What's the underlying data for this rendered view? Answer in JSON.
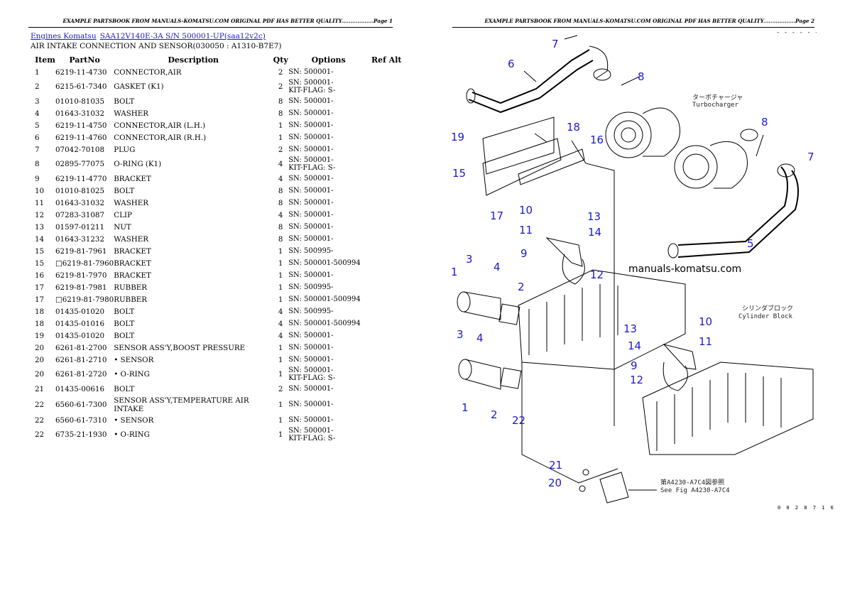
{
  "header": {
    "page1_text": "EXAMPLE PARTSBOOK FROM MANUALS-KOMATSU.COM ORIGINAL PDF HAS BETTER QUALITY..................Page 1",
    "page2_text": "EXAMPLE PARTSBOOK FROM MANUALS-KOMATSU.COM ORIGINAL PDF HAS BETTER QUALITY..................Page 2"
  },
  "breadcrumb": {
    "link1": "Engines Komatsu",
    "link2": "SAA12V140E-3A S/N 500001-UP(saa12v2c)"
  },
  "subtitle": "AIR INTAKE CONNECTION AND SENSOR(030050 : A1310-B7E7)",
  "table": {
    "headers": {
      "item": "Item",
      "partno": "PartNo",
      "description": "Description",
      "qty": "Qty",
      "options": "Options",
      "refalt": "Ref Alt"
    },
    "rows": [
      {
        "item": "1",
        "partno": "6219-11-4730",
        "desc": "CONNECTOR,AIR",
        "qty": "2",
        "opt1": "SN: 500001-",
        "opt2": ""
      },
      {
        "item": "2",
        "partno": "6215-61-7340",
        "desc": "GASKET (K1)",
        "qty": "2",
        "opt1": "SN: 500001-",
        "opt2": "KIT-FLAG: S-"
      },
      {
        "item": "3",
        "partno": "01010-81035",
        "desc": "BOLT",
        "qty": "8",
        "opt1": "SN: 500001-",
        "opt2": ""
      },
      {
        "item": "4",
        "partno": "01643-31032",
        "desc": "WASHER",
        "qty": "8",
        "opt1": "SN: 500001-",
        "opt2": ""
      },
      {
        "item": "5",
        "partno": "6219-11-4750",
        "desc": "CONNECTOR,AIR (L.H.)",
        "qty": "1",
        "opt1": "SN: 500001-",
        "opt2": ""
      },
      {
        "item": "6",
        "partno": "6219-11-4760",
        "desc": "CONNECTOR,AIR (R.H.)",
        "qty": "1",
        "opt1": "SN: 500001-",
        "opt2": ""
      },
      {
        "item": "7",
        "partno": "07042-70108",
        "desc": "PLUG",
        "qty": "2",
        "opt1": "SN: 500001-",
        "opt2": ""
      },
      {
        "item": "8",
        "partno": "02895-77075",
        "desc": "O-RING (K1)",
        "qty": "4",
        "opt1": "SN: 500001-",
        "opt2": "KIT-FLAG: S-"
      },
      {
        "item": "9",
        "partno": "6219-11-4770",
        "desc": "BRACKET",
        "qty": "4",
        "opt1": "SN: 500001-",
        "opt2": ""
      },
      {
        "item": "10",
        "partno": "01010-81025",
        "desc": "BOLT",
        "qty": "8",
        "opt1": "SN: 500001-",
        "opt2": ""
      },
      {
        "item": "11",
        "partno": "01643-31032",
        "desc": "WASHER",
        "qty": "8",
        "opt1": "SN: 500001-",
        "opt2": ""
      },
      {
        "item": "12",
        "partno": "07283-31087",
        "desc": "CLIP",
        "qty": "4",
        "opt1": "SN: 500001-",
        "opt2": ""
      },
      {
        "item": "13",
        "partno": "01597-01211",
        "desc": "NUT",
        "qty": "8",
        "opt1": "SN: 500001-",
        "opt2": ""
      },
      {
        "item": "14",
        "partno": "01643-31232",
        "desc": "WASHER",
        "qty": "8",
        "opt1": "SN: 500001-",
        "opt2": ""
      },
      {
        "item": "15",
        "partno": "6219-81-7961",
        "desc": "BRACKET",
        "qty": "1",
        "opt1": "SN: 500995-",
        "opt2": ""
      },
      {
        "item": "15",
        "partno": "□6219-81-7960",
        "desc": "BRACKET",
        "qty": "1",
        "opt1": "SN: 500001-500994",
        "opt2": ""
      },
      {
        "item": "16",
        "partno": "6219-81-7970",
        "desc": "BRACKET",
        "qty": "1",
        "opt1": "SN: 500001-",
        "opt2": ""
      },
      {
        "item": "17",
        "partno": "6219-81-7981",
        "desc": "RUBBER",
        "qty": "1",
        "opt1": "SN: 500995-",
        "opt2": ""
      },
      {
        "item": "17",
        "partno": "□6219-81-7980",
        "desc": "RUBBER",
        "qty": "1",
        "opt1": "SN: 500001-500994",
        "opt2": ""
      },
      {
        "item": "18",
        "partno": "01435-01020",
        "desc": "BOLT",
        "qty": "4",
        "opt1": "SN: 500995-",
        "opt2": ""
      },
      {
        "item": "18",
        "partno": "01435-01016",
        "desc": "BOLT",
        "qty": "4",
        "opt1": "SN: 500001-500994",
        "opt2": ""
      },
      {
        "item": "19",
        "partno": "01435-01020",
        "desc": "BOLT",
        "qty": "4",
        "opt1": "SN: 500001-",
        "opt2": ""
      },
      {
        "item": "20",
        "partno": "6261-81-2700",
        "desc": "SENSOR ASS'Y,BOOST PRESSURE",
        "qty": "1",
        "opt1": "SN: 500001-",
        "opt2": ""
      },
      {
        "item": "20",
        "partno": "6261-81-2710",
        "desc": "• SENSOR",
        "qty": "1",
        "opt1": "SN: 500001-",
        "opt2": ""
      },
      {
        "item": "20",
        "partno": "6261-81-2720",
        "desc": "• O-RING",
        "qty": "1",
        "opt1": "SN: 500001-",
        "opt2": "KIT-FLAG: S-"
      },
      {
        "item": "21",
        "partno": "01435-00616",
        "desc": "BOLT",
        "qty": "2",
        "opt1": "SN: 500001-",
        "opt2": ""
      },
      {
        "item": "22",
        "partno": "6560-61-7300",
        "desc": "SENSOR ASS'Y,TEMPERATURE AIR INTAKE",
        "qty": "1",
        "opt1": "SN: 500001-",
        "opt2": ""
      },
      {
        "item": "22",
        "partno": "6560-61-7310",
        "desc": "• SENSOR",
        "qty": "1",
        "opt1": "SN: 500001-",
        "opt2": ""
      },
      {
        "item": "22",
        "partno": "6735-21-1930",
        "desc": "• O-RING",
        "qty": "1",
        "opt1": "SN: 500001-",
        "opt2": "KIT-FLAG: S-"
      }
    ]
  },
  "drawing": {
    "callouts": [
      "7",
      "6",
      "8",
      "8",
      "7",
      "18",
      "16",
      "19",
      "15",
      "17",
      "5",
      "10",
      "13",
      "11",
      "14",
      "9",
      "12",
      "1",
      "3",
      "4",
      "2",
      "3",
      "4",
      "2",
      "1",
      "13",
      "10",
      "14",
      "11",
      "9",
      "12",
      "22",
      "21",
      "20"
    ],
    "watermark": "manuals-komatsu.com",
    "jp_turbo": "ターボチャージャ",
    "en_turbo": "Turbocharger",
    "jp_block": "シリンダブロック",
    "en_block": "Cylinder Block",
    "jp_see": "第A4230-A7C4図参照",
    "en_see": "See Fig A4230-A7C4",
    "fig_no": "0 0 2 8 7 1 6",
    "corner_mark": "- - - - - - - - -"
  }
}
